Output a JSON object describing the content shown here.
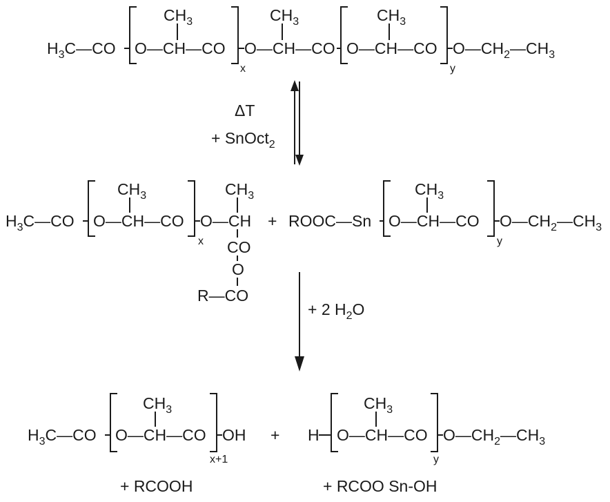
{
  "reaction": {
    "reactant": {
      "start": "H",
      "start_sub": "3",
      "start_tail": "C—CO",
      "left_block": "O—CH—CO",
      "middle": "O—CH—CO",
      "right_block": "O—CH—CO",
      "end_a": "O—CH",
      "end_sub": "2",
      "end_b": "—CH",
      "end_sub2": "3",
      "methyl": "CH",
      "methyl_sub": "3",
      "index_x": "x",
      "index_y": "y"
    },
    "step1": {
      "heat": "ΔT",
      "catalyst": "+ SnOct",
      "catalyst_sub": "2"
    },
    "intermediate": {
      "left_start": "H",
      "left_start_sub": "3",
      "left_start_tail": "C—CO",
      "left_block": "O—CH—CO",
      "left_end": "O—CH",
      "co": "CO",
      "o": "O",
      "rco": "R—CO",
      "plus": "+",
      "right_start": "ROOC—Sn",
      "right_block": "O—CH—CO",
      "right_end_a": "O—CH",
      "right_end_sub": "2",
      "right_end_b": "—CH",
      "right_end_sub2": "3",
      "methyl": "CH",
      "methyl_sub": "3",
      "index_x": "x",
      "index_y": "y"
    },
    "step2": {
      "water": "+ 2 H",
      "water_sub": "2",
      "water_tail": "O"
    },
    "products": {
      "left_start": "H",
      "left_start_sub": "3",
      "left_start_tail": "C—CO",
      "left_block": "O—CH—CO",
      "left_end": "OH",
      "index_x1": "x+1",
      "plus": "+",
      "right_start": "H",
      "right_block": "O—CH—CO",
      "right_end_a": "O—CH",
      "right_end_sub": "2",
      "right_end_b": "—CH",
      "right_end_sub2": "3",
      "index_y": "y",
      "methyl": "CH",
      "methyl_sub": "3",
      "byproduct_left": "+ RCOOH",
      "byproduct_right": "+ RCOO Sn-OH"
    }
  }
}
